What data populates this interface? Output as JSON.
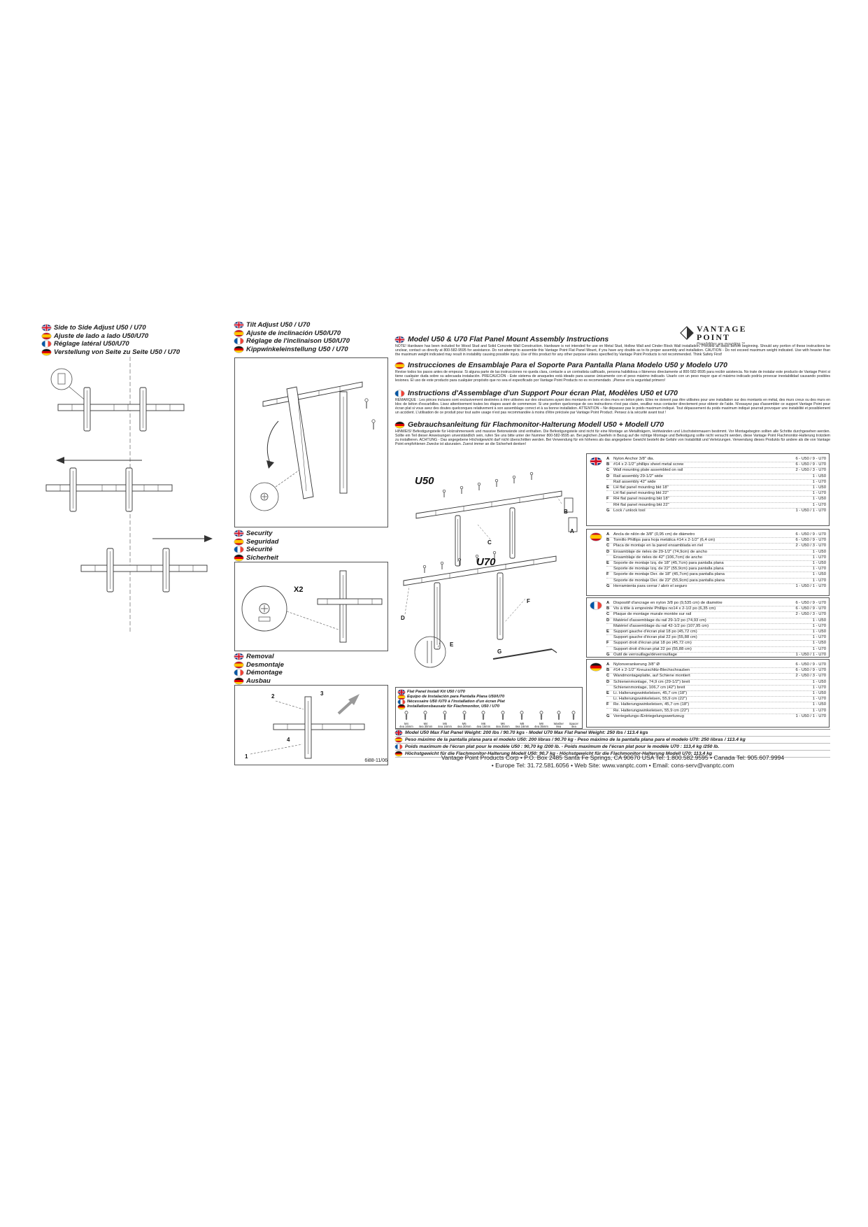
{
  "page": {
    "doc_number": "6i88-11/06"
  },
  "logo": {
    "brand_top": "VANTAGE",
    "brand_bottom": "POINT",
    "tagline": "Possibilities are mounting.™"
  },
  "side_adjust": {
    "lines": [
      {
        "flag": "uk",
        "text": "Side to Side Adjust U50 / U70"
      },
      {
        "flag": "es",
        "text": "Ajuste de lado a lado U50/U70"
      },
      {
        "flag": "fr",
        "text": "Réglage latéral U50/U70"
      },
      {
        "flag": "de",
        "text": "Verstellung von Seite zu Seite U50 / U70"
      }
    ]
  },
  "tilt_adjust": {
    "lines": [
      {
        "flag": "uk",
        "text": "Tilt Adjust U50 / U70"
      },
      {
        "flag": "es",
        "text": "Ajuste de inclinación U50/U70"
      },
      {
        "flag": "fr",
        "text": "Réglage de l'inclinaison U50/U70"
      },
      {
        "flag": "de",
        "text": "Kippwinkeleinstellung U50 / U70"
      }
    ]
  },
  "security": {
    "lines": [
      {
        "flag": "uk",
        "text": "Security"
      },
      {
        "flag": "es",
        "text": "Seguridad"
      },
      {
        "flag": "fr",
        "text": "Sécurité"
      },
      {
        "flag": "de",
        "text": "Sicherheit"
      }
    ],
    "x2_label": "X2"
  },
  "removal": {
    "lines": [
      {
        "flag": "uk",
        "text": "Removal"
      },
      {
        "flag": "es",
        "text": "Desmontaje"
      },
      {
        "flag": "fr",
        "text": "Démontage"
      },
      {
        "flag": "de",
        "text": "Ausbau"
      }
    ],
    "step_labels": [
      "1",
      "2",
      "3",
      "4"
    ]
  },
  "intro": {
    "en": {
      "title": "Model U50 & U70 Flat Panel Mount Assembly Instructions",
      "body": "NOTE! Hardware has been included for Wood Stud and Solid Concrete Wall Construction. Hardware is not intended for use on Metal Stud, Hollow Wall and Cinder Block Wall installation. Preview all steps before beginning. Should any portion of these instructions be unclear, contact us directly at 800-582-9595 for assistance. Do not attempt to assemble this Vantage Point Flat Panel Mount, if you have any doubts as to its proper assembly and installation. CAUTION - Do not exceed maximum weight indicated. Use with heavier than the maximum weight indicated may result in instability causing possible injury. Use of this product for any other purpose unless specified by Vantage Point Products is not recommended. Think Safety First!"
    },
    "es": {
      "title": "Instrucciones de Ensamblaje Para el Soporte Para Pantalla Plana Modelo U50 y Modelo U70",
      "body": "Revise todos los pasos antes de empezar. Si alguna parte de las instrucciones no queda clara, contacte a un contratista calificado, persona habilidosa o llámenos directamente al 800-582-9595 para recibir asistencia. No trate de instalar este producto de Vantage Point si tiene cualquier duda sobre su adecuada instalación. PRECAUCIÓN - Este sistema de anaqueles está ideado para usarse únicamente con el peso máximo indicado. Usarlo con un peso mayor que el máximo indicado podría provocar inestabilidad causando posibles lesiones. El uso de este producto para cualquier propósito que no sea el especificado por Vantage Point Products no es recomendado. ¡Piense en la seguridad primero!"
    },
    "fr": {
      "title": "Instructions d'Assemblage d'un Support Pour écran Plat, Modèles U50 et U70",
      "body": "REMARQUE : Les pièces incluses sont exclusivement destinées à être utilisées sur des structures ayant des montants en bois et des murs en béton plein. Elles ne doivent pas être utilisées pour une installation sur des montants en métal, des murs creux ou des murs en bloc de béton d'escarbilles. Lisez attentivement toutes les étapes avant de commencer. Si une portion quelconque de ces instructions n'est pas claire, veuillez nous contacter directement pour obtenir de l'aide. N'essayez pas d'assembler ce support Vantage Point pour écran plat si vous avez des doutes quelconques relativement à son assemblage correct et à sa bonne installation. ATTENTION – Ne dépassez pas le poids maximum indiqué. Tout dépassement du poids maximum indiqué pourrait provoquer une instabilité et possiblement un accident. L'utilisation de ce produit pour tout autre usage n'est pas recommandée à moins d'être précisée par Vantage Point Product. Pensez à la sécurité avant tout !"
    },
    "de": {
      "title": "Gebrauchsanleitung für Flachmonitor-Halterung Modell U50 + Modell U70",
      "body": "HINWEIS! Befestigungsteile für Holzrahmenwerk und massive Betonwände sind enthalten. Die Befestigungsteile sind nicht für eine Montage an Metallträgern, Hohlwänden und Löschsteinmauern bestimmt. Vor Montagebeginn sollten alle Schritte durchgesehen werden. Sollte ein Teil dieser Anweisungen unverständlich sein, rufen Sie uns bitte unter der Nummer 800-582-9595 an. Bei jeglichen Zweifeln in Bezug auf die richtige Montage und Befestigung sollte nicht versucht werden, diese Vantage Point Flachmonitor-Halterung trotzdem zu installieren. ACHTUNG - Das angegebene Höchstgewicht darf nicht überschritten werden. Bei Verwendung für ein höheres als das angegebene Gewicht besteht die Gefahr von Instabilität und Verletzungen. Verwendung dieses Produkts für andere als die von Vantage Point empfohlenen Zwecke ist abzuraten. Zuerst immer an die Sicherheit denken!"
    }
  },
  "diagram": {
    "u50_label": "U50",
    "u70_label": "U70",
    "callouts": [
      "A",
      "B",
      "C",
      "D",
      "E",
      "F",
      "G"
    ]
  },
  "parts_en": {
    "items": [
      {
        "letter": "A",
        "desc": "Nylon Anchor 3/8\" dia.",
        "qty": "6 - U50 / 9 - U70"
      },
      {
        "letter": "B",
        "desc": "#14 x 2-1/2\" phillips sheet metal screw",
        "qty": "6 - U50 / 9 - U70"
      },
      {
        "letter": "C",
        "desc": "Wall mounting plate assembled on rail",
        "qty": "2 - U50 / 3 - U70"
      },
      {
        "letter": "D",
        "desc": "Rail assembly 29-1/2\" wide",
        "qty": "1 - U50"
      },
      {
        "letter": "",
        "desc": "Rail assembly 42\" wide",
        "qty": "1 - U70"
      },
      {
        "letter": "E",
        "desc": "LH flat panel mounting bkt 18\"",
        "qty": "1 - U50"
      },
      {
        "letter": "",
        "desc": "LH flat panel mounting bkt 22\"",
        "qty": "1 - U70"
      },
      {
        "letter": "F",
        "desc": "RH flat panel mounting bkt 18\"",
        "qty": "1 - U50"
      },
      {
        "letter": "",
        "desc": "RH flat panel mounting bkt 22\"",
        "qty": "1 - U70"
      },
      {
        "letter": "G",
        "desc": "Lock / unlock tool",
        "qty": "1 - U50 / 1 - U70"
      }
    ]
  },
  "parts_es": {
    "items": [
      {
        "letter": "A",
        "desc": "Ancla de nilón de 3/8\" (0,95 cm) de diámetro",
        "qty": "6 - U50 / 9 - U70"
      },
      {
        "letter": "B",
        "desc": "Tornillo Phillips para hoja metálica #14 x 2-1/2\" (6,4 cm)",
        "qty": "6 - U50 / 9 - U70"
      },
      {
        "letter": "C",
        "desc": "Placa de montaje en la pared ensamblada en riel",
        "qty": "2 - U50 / 3 - U70"
      },
      {
        "letter": "D",
        "desc": "Ensamblaje de rieles de 29-1/2\" (74,9cm) de ancho",
        "qty": "1 - U50"
      },
      {
        "letter": "",
        "desc": "Ensamblaje de rieles de 42\" (106,7cm) de ancho",
        "qty": "1 - U70"
      },
      {
        "letter": "E",
        "desc": "Soporte de montaje Izq. de 18\" (45,7cm) para pantalla plana",
        "qty": "1 - U50"
      },
      {
        "letter": "",
        "desc": "Soporte de montaje Izq. de 22\" (55,9cm) para pantalla plana",
        "qty": "1 - U70"
      },
      {
        "letter": "F",
        "desc": "Soporte de montaje Der. de 18\" (45,7cm) para pantalla plana",
        "qty": "1 - U50"
      },
      {
        "letter": "",
        "desc": "Soporte de montaje Der. de 22\" (55,9cm) para pantalla plana",
        "qty": "1 - U70"
      },
      {
        "letter": "G",
        "desc": "Herramienta para cerrar / abrir el seguro",
        "qty": "1 - U50 / 1 - U70"
      }
    ]
  },
  "parts_fr": {
    "items": [
      {
        "letter": "A",
        "desc": "Dispositif d'ancrage en nylon 3/8 po (9,535 cm) de diamètre",
        "qty": "6 - U50 / 9 - U70"
      },
      {
        "letter": "B",
        "desc": "Vis à tôle à empreinte Phillips no14 x 2-1/2 po (6,35 cm)",
        "qty": "6 - U50 / 9 - U70"
      },
      {
        "letter": "C",
        "desc": "Plaque de montage murale montée sur rail",
        "qty": "2 - U50 / 3 - U70"
      },
      {
        "letter": "D",
        "desc": "Matériel d'assemblage du rail 29-1/2 po (74,93 cm)",
        "qty": "1 - U50"
      },
      {
        "letter": "",
        "desc": "Matériel d'assemblage du rail 42-1/2 po (107,95 cm)",
        "qty": "1 - U70"
      },
      {
        "letter": "E",
        "desc": "Support gauche d'écran plat 18 po (45,72 cm)",
        "qty": "1 - U50"
      },
      {
        "letter": "",
        "desc": "Support gauche d'écran plat 22 po (55,88 cm)",
        "qty": "1 - U70"
      },
      {
        "letter": "F",
        "desc": "Support droit d'écran plat 18 po (45,72 cm)",
        "qty": "1 - U50"
      },
      {
        "letter": "",
        "desc": "Support droit d'écran plat 22 po (55,88 cm)",
        "qty": "1 - U70"
      },
      {
        "letter": "G",
        "desc": "Outil de verrouillage/déverrouillage",
        "qty": "1 - U50 / 1 - U70"
      }
    ]
  },
  "parts_de": {
    "items": [
      {
        "letter": "A",
        "desc": "Nylonverankerung 3/8\" Ø",
        "qty": "6 - U50 / 9 - U70"
      },
      {
        "letter": "B",
        "desc": "#14 x 2-1/2\" Kreuzschlitz-Blechschrauben",
        "qty": "6 - U50 / 9 - U70"
      },
      {
        "letter": "C",
        "desc": "Wandmontageplatte, auf Schiene montiert",
        "qty": "2 - U50 / 3 - U70"
      },
      {
        "letter": "D",
        "desc": "Schienenmontage, 74,9 cm (29-1/2\") breit",
        "qty": "1 - U50"
      },
      {
        "letter": "",
        "desc": "Schienenmontage, 106,7 cm (42\") breit",
        "qty": "1 - U70"
      },
      {
        "letter": "E",
        "desc": "Li. Halterungswinkeleisen, 45,7 cm (18\")",
        "qty": "1 - U50"
      },
      {
        "letter": "",
        "desc": "Li. Halterungswinkeleisen, 55,9 cm (22\")",
        "qty": "1 - U70"
      },
      {
        "letter": "F",
        "desc": "Re. Halterungswinkeleisen, 45,7 cm (18\")",
        "qty": "1 - U50"
      },
      {
        "letter": "",
        "desc": "Re. Halterungswinkeleisen, 55,9 cm (22\")",
        "qty": "1 - U70"
      },
      {
        "letter": "G",
        "desc": "Verriegelungs-/Entriegelungswerkzeug",
        "qty": "1 - U50 / 1 - U70"
      }
    ]
  },
  "install_kit": {
    "titles": [
      {
        "flag": "uk",
        "text": "Flat Panel Install Kit U50 / U70"
      },
      {
        "flag": "es",
        "text": "Equipo de Instalación para Pantalla Plana U50/U70"
      },
      {
        "flag": "fr",
        "text": "Nécessaire U50 /U70 à l'installation d'un écran Plat"
      },
      {
        "flag": "de",
        "text": "Installationsbausatz für Flachmonitor, U50 / U70"
      }
    ],
    "hardware": [
      {
        "label": "M4",
        "qty": "4ea 16mm"
      },
      {
        "label": "M4",
        "qty": "4ea 30mm"
      },
      {
        "label": "M5",
        "qty": "4ea 16mm"
      },
      {
        "label": "M5",
        "qty": "4ea 30mm"
      },
      {
        "label": "M6",
        "qty": "4ea 16mm"
      },
      {
        "label": "M6",
        "qty": "4ea 35mm"
      },
      {
        "label": "M8",
        "qty": "4ea 16mm"
      },
      {
        "label": "M8",
        "qty": "4ea 35mm"
      },
      {
        "label": "Washer",
        "qty": "8ea"
      },
      {
        "label": "Spacer",
        "qty": "4ea"
      }
    ]
  },
  "max_weights": [
    {
      "flag": "uk",
      "text": "Model U50 Max Flat Panel Weight: 200 lbs / 90.70 kgs - Model U70 Max Flat Panel Weight: 250 lbs / 113.4 kgs"
    },
    {
      "flag": "es",
      "text": "Peso máximo de la pantalla plana para el modelo U50: 200 libras / 90.70 kg - Peso máximo de la pantalla plana para el modelo U70: 250 libras / 113.4 kg"
    },
    {
      "flag": "fr",
      "text": "Poids maximum de l'écran plat pour le modèle U50 : 90,70 kg /200 lb. - Poids maximum de l'écran plat pour le modèle U70 : 113,4 kg /250 lb."
    },
    {
      "flag": "de",
      "text": "Höchstgewicht für die Flachmonitor-Halterung Modell U50:  90,7 kg - Höchstgewicht für die Flachmonitor-Halterung Modell U70:  113,4 kg"
    }
  ],
  "footer": {
    "line1": "Vantage Point Products Corp • P.O. Box 2485 Santa Fe Springs, CA 90670 USA  Tel: 1.800.582.9595 • Canada Tel: 905.607.9994",
    "line2": "• Europe Tel: 31.72.581.6056 • Web Site: www.vanptc.com • Email: cons-serv@vanptc.com"
  }
}
